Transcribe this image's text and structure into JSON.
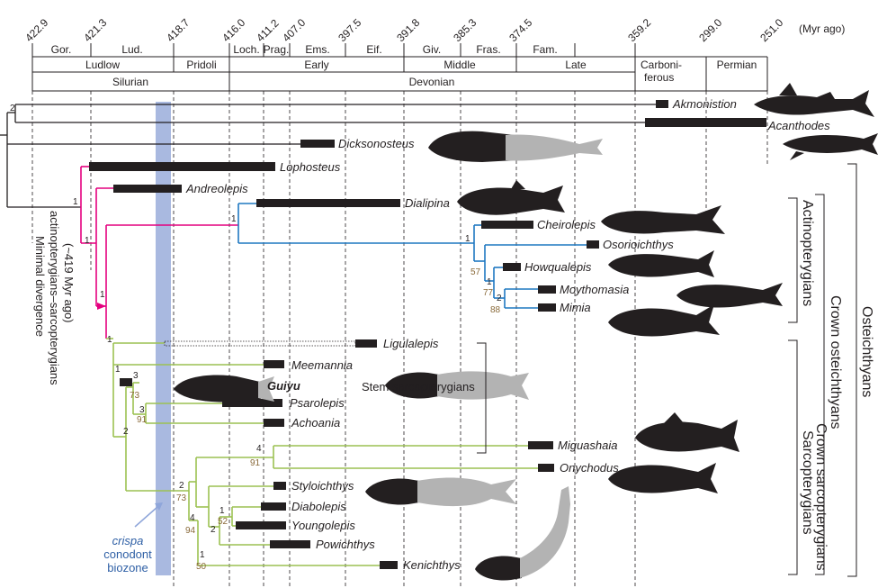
{
  "timescale": {
    "unit_label": "(Myr ago)",
    "ages": [
      "422.9",
      "421.3",
      "418.7",
      "416.0",
      "411.2",
      "407.0",
      "397.5",
      "391.8",
      "385.3",
      "374.5",
      "359.2",
      "299.0",
      "251.0"
    ],
    "stages": [
      "Gor.",
      "Lud.",
      "Loch.",
      "Prag.",
      "Ems.",
      "Eif.",
      "Giv.",
      "Fras.",
      "Fam."
    ],
    "epochs": [
      "Ludlow",
      "Pridoli",
      "Early",
      "Middle",
      "Late",
      "Carboni-",
      "ferous",
      "Permian"
    ],
    "periods": [
      "Silurian",
      "Devonian"
    ]
  },
  "taxa": {
    "akmonistion": "Akmonistion",
    "acanthodes": "Acanthodes",
    "dicksonosteus": "Dicksonosteus",
    "lophosteus": "Lophosteus",
    "andreolepis": "Andreolepis",
    "dialipina": "Dialipina",
    "cheirolepis": "Cheirolepis",
    "osorioichthys": "Osorioichthys",
    "howqualepis": "Howqualepis",
    "moythomasia": "Moythomasia",
    "mimia": "Mimia",
    "ligulalepis": "Ligulalepis",
    "meemannia": "Meemannia",
    "guiyu": "Guiyu",
    "psarolepis": "Psarolepis",
    "achoania": "Achoania",
    "miguashaia": "Miguashaia",
    "onychodus": "Onychodus",
    "styloichthys": "Styloichthys",
    "diabolepis": "Diabolepis",
    "youngolepis": "Youngolepis",
    "powichthys": "Powichthys",
    "kenichthys": "Kenichthys"
  },
  "node_support": {
    "n_root": "2",
    "n_ost": "1",
    "n_a1": "1",
    "n_b1": "1",
    "n_act": "1",
    "n_d1": "1",
    "n_d2": "57",
    "n_d3": "1",
    "n_d4": "77",
    "n_d5": "2",
    "n_d6": "88",
    "n_sarc": "1",
    "n_s2": "1",
    "n_s3": "3",
    "n_s3b": "73",
    "n_s4": "3",
    "n_s4b": "91",
    "n_s5": "2",
    "n_cs": "2",
    "n_csb": "73",
    "n_mig": "4",
    "n_migb": "91",
    "n_t1": "4",
    "n_t1b": "94",
    "n_t2": "2",
    "n_t3": "1",
    "n_t3b": "52",
    "n_t4": "1",
    "n_t4b": "50"
  },
  "annotations": {
    "divergence_line1": "Minimal divergence",
    "divergence_line2": "actinopterygians–sarcopterygians",
    "divergence_line3": "(~419 Myr ago)",
    "stem_sarcopterygians": "Stem sarcopterygians",
    "crispa_1": "crispa",
    "crispa_2": "conodont",
    "crispa_3": "biozone"
  },
  "groups": {
    "actinopterygians": "Actinopterygians",
    "crown_osteichthyans": "Crown osteichthyans",
    "osteichthyans": "Osteichthyans",
    "sarcopterygians": "Sarcopterygians",
    "crown_sarcopterygians": "Crown sarcopterygians"
  },
  "colors": {
    "actinopterygian_branch": "#e4007f",
    "crown_actinopterygian_branch": "#1f78c1",
    "sarcopterygian_branch": "#9cc152",
    "biozone_band": "#a9b9e0",
    "range_bar": "#231f20",
    "support_value": "#8a6a3a"
  }
}
